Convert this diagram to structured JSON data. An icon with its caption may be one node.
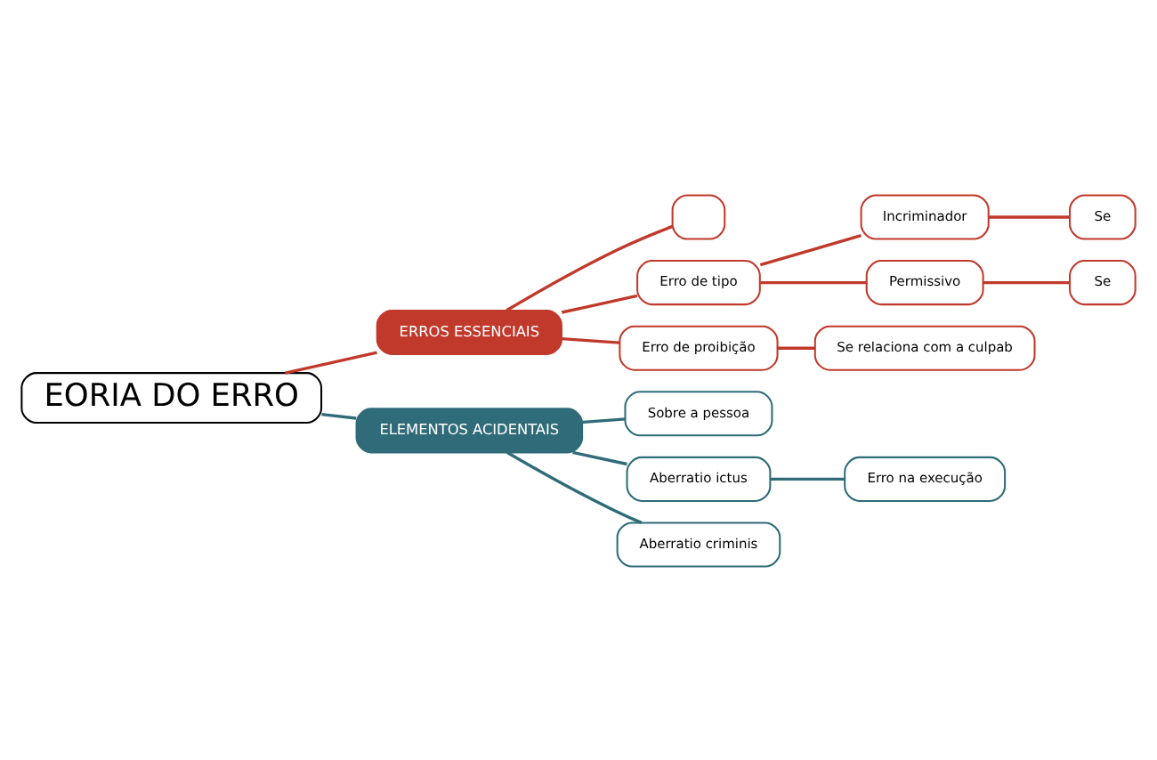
{
  "diagram": {
    "nodes": [
      {
        "text": [
          "EORIA DO ERRO"
        ]
      },
      {
        "text": [
          "ERROS ESSENCIAIS"
        ]
      },
      {
        "text": [],
        "shape": "box"
      },
      {
        "text": [
          "Erro de tipo"
        ]
      },
      {
        "text": [
          "Incriminador"
        ]
      },
      {
        "text": [
          "Se"
        ]
      },
      {
        "text": [
          "Permissivo"
        ]
      },
      {
        "text": [
          "Se"
        ]
      },
      {
        "text": [
          "Erro de proibição"
        ]
      },
      {
        "text": [
          "Se relaciona com a culpab"
        ]
      },
      {
        "text": [
          "ELEMENTOS ACIDENTAIS"
        ]
      },
      {
        "text": [
          "Sobre a pessoa"
        ]
      },
      {
        "text": [
          "Aberratio ictus"
        ]
      },
      {
        "text": [
          "Erro na execução"
        ]
      },
      {
        "text": [
          "Aberratio criminis"
        ]
      }
    ],
    "edges": [
      {
        "from": 0,
        "to": 1,
        "arrow": "none"
      },
      {
        "from": 1,
        "to": 2,
        "arrow": "none"
      },
      {
        "from": 1,
        "to": 3,
        "arrow": "none"
      },
      {
        "from": 3,
        "to": 4,
        "arrow": "none"
      },
      {
        "from": 4,
        "to": 5,
        "arrow": "none"
      },
      {
        "from": 3,
        "to": 6,
        "arrow": "none"
      },
      {
        "from": 6,
        "to": 7,
        "arrow": "none"
      },
      {
        "from": 1,
        "to": 8,
        "arrow": "none"
      },
      {
        "from": 8,
        "to": 9,
        "arrow": "none"
      },
      {
        "from": 0,
        "to": 10,
        "arrow": "none",
        "color": "#2f6b78"
      },
      {
        "from": 10,
        "to": 11,
        "arrow": "none",
        "color": "#2f6b78"
      },
      {
        "from": 10,
        "to": 12,
        "arrow": "none",
        "color": "#2f6b78"
      },
      {
        "from": 12,
        "to": 13,
        "arrow": "none",
        "color": "#2f6b78"
      },
      {
        "from": 10,
        "to": 14,
        "arrow": "none",
        "color": "#2f6b78"
      }
    ]
  }
}
